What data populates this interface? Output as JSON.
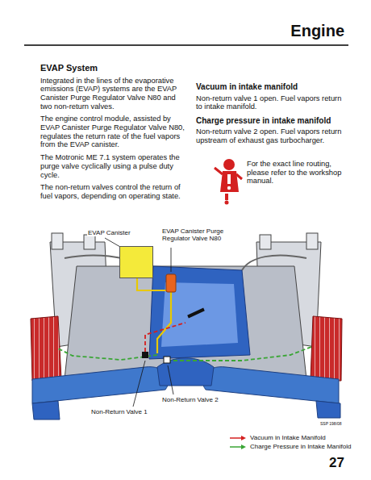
{
  "diagram": {
    "title": "EVAP System",
    "nodes": [
      {
        "text": [
          "EVAP Canister"
        ]
      }
    ],
    "labels": [
      "Engine",
      "Integrated in the lines of the evaporative emissions (EVAP) systems are the EVAP Canister Purge Regulator Valve N80 and two non-return valves.",
      "The engine control module, assisted by EVAP Canister Purge Regulator Valve N80, regulates the return rate of the fuel vapors from the EVAP canister.",
      "The Motronic ME 7.1 system operates the purge valve cyclically using a pulse duty cycle.",
      "The non-return valves control the return of fuel vapors, depending on operating state.",
      "Vacuum in intake manifold",
      "Non-return valve 1 open. Fuel vapors return to intake manifold.",
      "Charge pressure in intake manifold",
      "Non-return valve 2 open. Fuel vapors return upstream of exhaust gas turbocharger.",
      "For the exact line routing, please refer to the workshop manual.",
      "EVAP Canister Purge Regulator Valve N80",
      "Non-Return Valve 2",
      "Non-Return Valve 1",
      "SSP 198/08",
      "27"
    ],
    "legend": [
      {
        "text": "Vacuum in Intake Manifold"
      },
      {
        "text": "Charge Pressure in Intake Manifold"
      }
    ]
  }
}
